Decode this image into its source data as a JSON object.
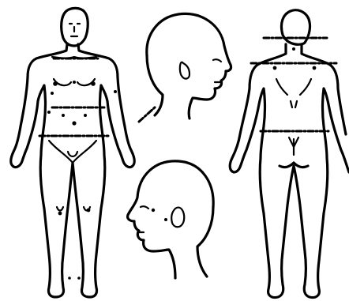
{
  "colors": {
    "ink": "#000000",
    "background": "#ffffff"
  },
  "views": [
    {
      "id": "front",
      "icon": "body-front-outline-icon"
    },
    {
      "id": "head-side-right",
      "icon": "head-profile-right-icon"
    },
    {
      "id": "head-side-left",
      "icon": "head-profile-left-icon"
    },
    {
      "id": "back",
      "icon": "body-back-outline-icon"
    }
  ]
}
